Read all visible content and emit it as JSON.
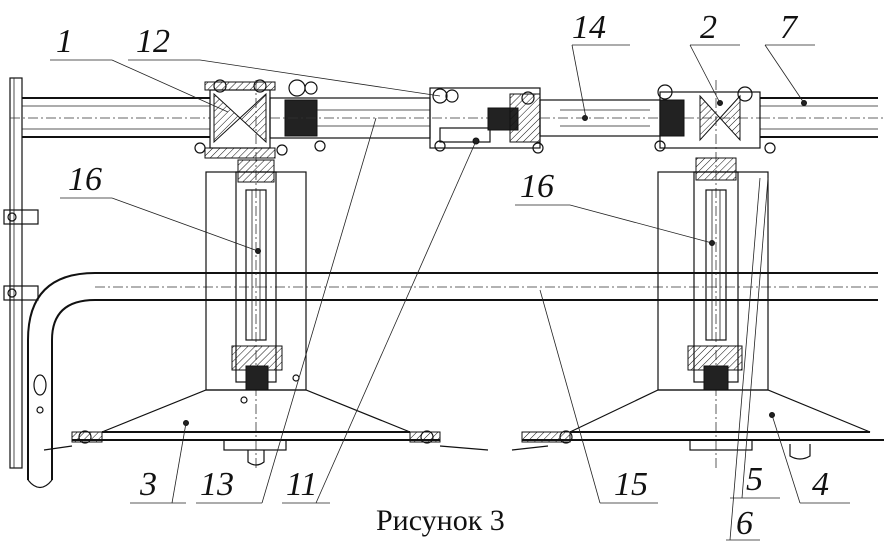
{
  "caption": "Рисунок 3",
  "labels": {
    "l1": "1",
    "l12": "12",
    "l14": "14",
    "l2": "2",
    "l7": "7",
    "l16a": "16",
    "l16b": "16",
    "l3": "3",
    "l13": "13",
    "l11": "11",
    "l15": "15",
    "l5": "5",
    "l4": "4",
    "l6": "6"
  }
}
